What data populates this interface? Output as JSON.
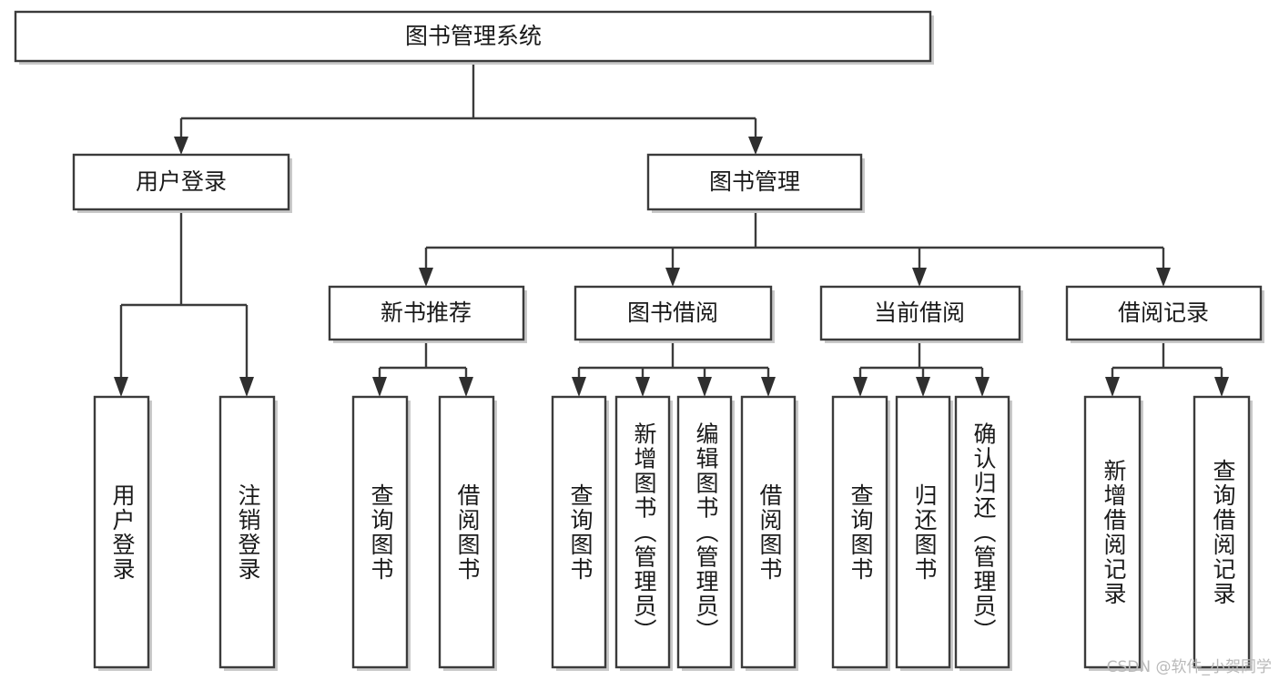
{
  "diagram": {
    "type": "tree-hierarchy",
    "title": "图书管理系统",
    "watermark": "CSDN @软件_小贺同学",
    "colors": {
      "background": "#ffffff",
      "box_fill": "#ffffff",
      "box_stroke": "#3b3b3b",
      "connector": "#3b3b3b",
      "text": "#1a1a1a",
      "watermark": "#b9b9b9"
    },
    "root": {
      "id": "root",
      "label": "图书管理系统"
    },
    "level2": [
      {
        "id": "user-login",
        "label": "用户登录"
      },
      {
        "id": "book-manage",
        "label": "图书管理"
      }
    ],
    "level3": [
      {
        "id": "new-book-recommend",
        "label": "新书推荐",
        "parent": "book-manage"
      },
      {
        "id": "book-borrow",
        "label": "图书借阅",
        "parent": "book-manage"
      },
      {
        "id": "current-borrow",
        "label": "当前借阅",
        "parent": "book-manage"
      },
      {
        "id": "borrow-record",
        "label": "借阅记录",
        "parent": "book-manage"
      }
    ],
    "leaves": [
      {
        "id": "leaf-user-login",
        "label": "用户登录",
        "parent": "user-login"
      },
      {
        "id": "leaf-logout",
        "label": "注销登录",
        "parent": "user-login"
      },
      {
        "id": "leaf-query-book-1",
        "label": "查询图书",
        "parent": "new-book-recommend"
      },
      {
        "id": "leaf-borrow-book-1",
        "label": "借阅图书",
        "parent": "new-book-recommend"
      },
      {
        "id": "leaf-query-book-2",
        "label": "查询图书",
        "parent": "book-borrow"
      },
      {
        "id": "leaf-add-book",
        "label": "新增图书（管理员）",
        "parent": "book-borrow"
      },
      {
        "id": "leaf-edit-book",
        "label": "编辑图书（管理员）",
        "parent": "book-borrow"
      },
      {
        "id": "leaf-borrow-book-2",
        "label": "借阅图书",
        "parent": "book-borrow"
      },
      {
        "id": "leaf-query-book-3",
        "label": "查询图书",
        "parent": "current-borrow"
      },
      {
        "id": "leaf-return-book",
        "label": "归还图书",
        "parent": "current-borrow"
      },
      {
        "id": "leaf-confirm-return",
        "label": "确认归还（管理员）",
        "parent": "current-borrow"
      },
      {
        "id": "leaf-add-record",
        "label": "新增借阅记录",
        "parent": "borrow-record"
      },
      {
        "id": "leaf-query-record",
        "label": "查询借阅记录",
        "parent": "borrow-record"
      }
    ]
  }
}
